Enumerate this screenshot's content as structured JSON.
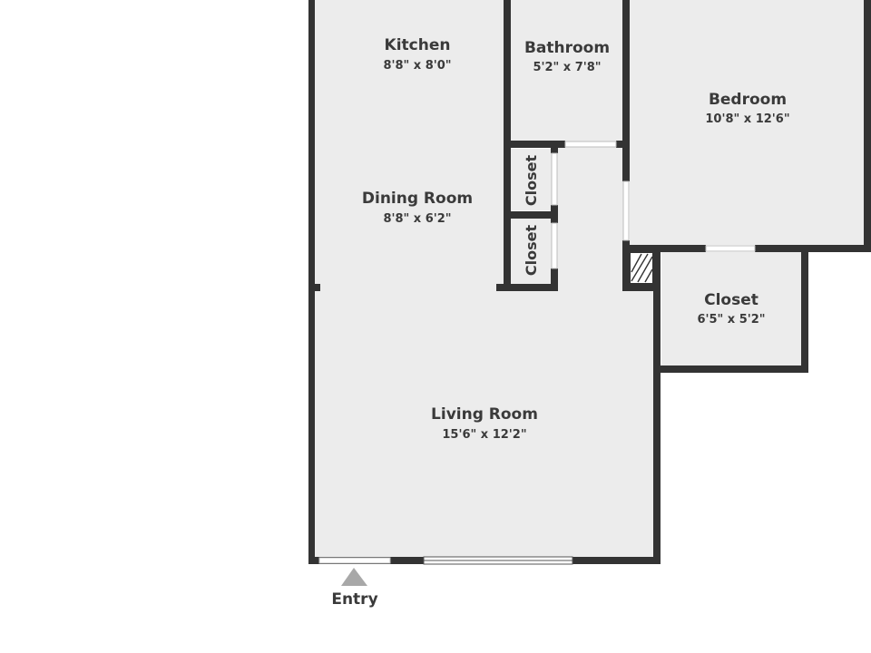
{
  "rooms": {
    "kitchen": {
      "name": "Kitchen",
      "dims": "8'8\" x 8'0\""
    },
    "bathroom": {
      "name": "Bathroom",
      "dims": "5'2\" x 7'8\""
    },
    "bedroom": {
      "name": "Bedroom",
      "dims": "10'8\" x 12'6\""
    },
    "dining_room": {
      "name": "Dining Room",
      "dims": "8'8\" x 6'2\""
    },
    "closet_upper": {
      "name": "Closet"
    },
    "closet_lower": {
      "name": "Closet"
    },
    "closet_bedroom": {
      "name": "Closet",
      "dims": "6'5\" x 5'2\""
    },
    "living_room": {
      "name": "Living Room",
      "dims": "15'6\" x 12'2\""
    }
  },
  "entry": {
    "label": "Entry"
  },
  "colors": {
    "wall": "#333333",
    "floor": "#ececec",
    "text": "#3a3a3a",
    "arrow": "#a8a8a8"
  }
}
